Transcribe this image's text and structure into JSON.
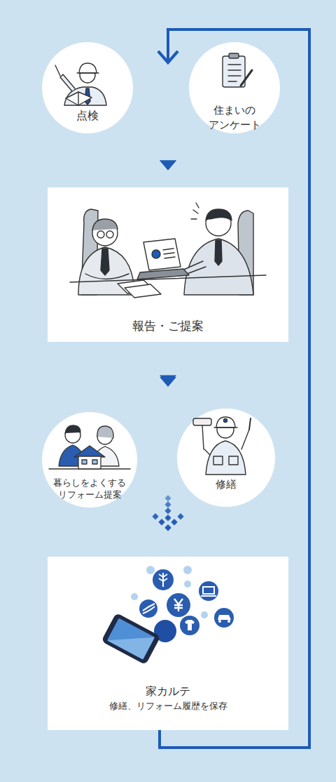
{
  "diagram": {
    "nodes": [
      {
        "text": [
          "点検"
        ]
      },
      {
        "text": [
          "住まいの アンケート"
        ]
      },
      {
        "text": [
          "報告・ご提案"
        ]
      },
      {
        "text": [
          "暮らしをよくする リフォーム提案"
        ]
      },
      {
        "text": [
          "修繕"
        ]
      },
      {
        "text": [
          "家カルテ",
          "修繕、リフォーム履歴を保存"
        ]
      }
    ],
    "edges": [
      {
        "from": 0,
        "to": 2,
        "arrow": "to"
      },
      {
        "from": 1,
        "to": 2,
        "arrow": "to"
      },
      {
        "from": 2,
        "to": 3,
        "arrow": "to"
      },
      {
        "from": 2,
        "to": 4,
        "arrow": "to"
      },
      {
        "from": 3,
        "to": 5,
        "arrow": "to"
      },
      {
        "from": 4,
        "to": 5,
        "arrow": "to"
      },
      {
        "from": 5,
        "to": 0,
        "arrow": "to"
      },
      {
        "from": 5,
        "to": 1,
        "arrow": "to"
      }
    ]
  }
}
